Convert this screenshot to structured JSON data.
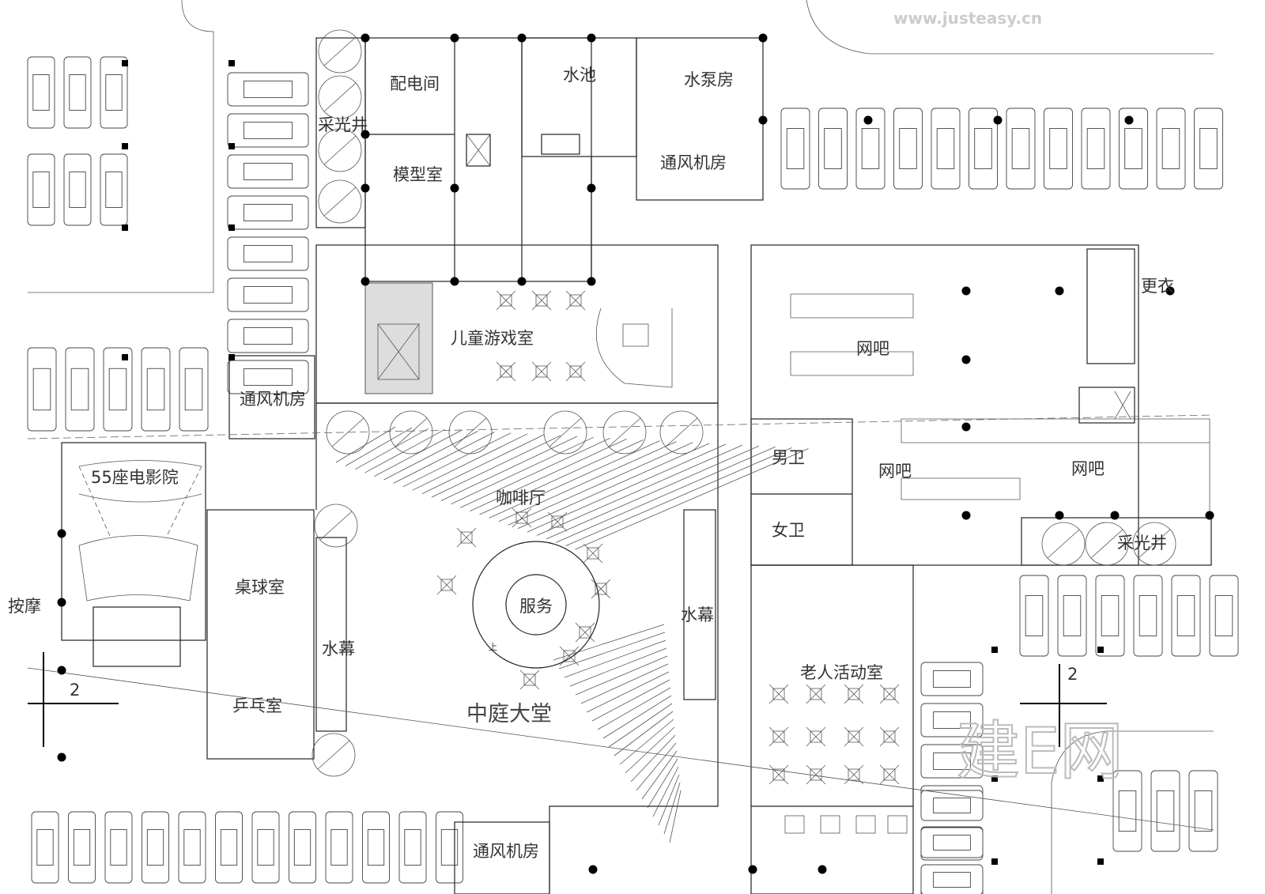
{
  "rooms": {
    "power_room": "配电间",
    "water_tank": "水池",
    "pump_room": "水泵房",
    "lightwell_left": "采光井",
    "model_room": "模型室",
    "vent_room_top": "通风机房",
    "vent_room_left": "通风机房",
    "vent_room_bottom": "通风机房",
    "kids_playroom": "儿童游戏室",
    "internet_cafe_1": "网吧",
    "internet_cafe_2": "网吧",
    "internet_cafe_3": "网吧",
    "changing_room": "更衣",
    "mens_wc": "男卫",
    "womens_wc": "女卫",
    "cinema": "55座电影院",
    "billiards": "桌球室",
    "massage": "按摩",
    "cafe": "咖啡厅",
    "service": "服务",
    "water_curtain_left": "水幕",
    "water_curtain_right": "水幕",
    "ping_pong": "乒乓室",
    "elderly_activity": "老人活动室",
    "atrium_lobby": "中庭大堂",
    "lightwell_right": "采光井"
  },
  "markers": {
    "axis_left": "2",
    "axis_right": "2",
    "stair_up": "上"
  },
  "watermark": {
    "logo": "建E网",
    "url": "www.justeasy.cn"
  }
}
